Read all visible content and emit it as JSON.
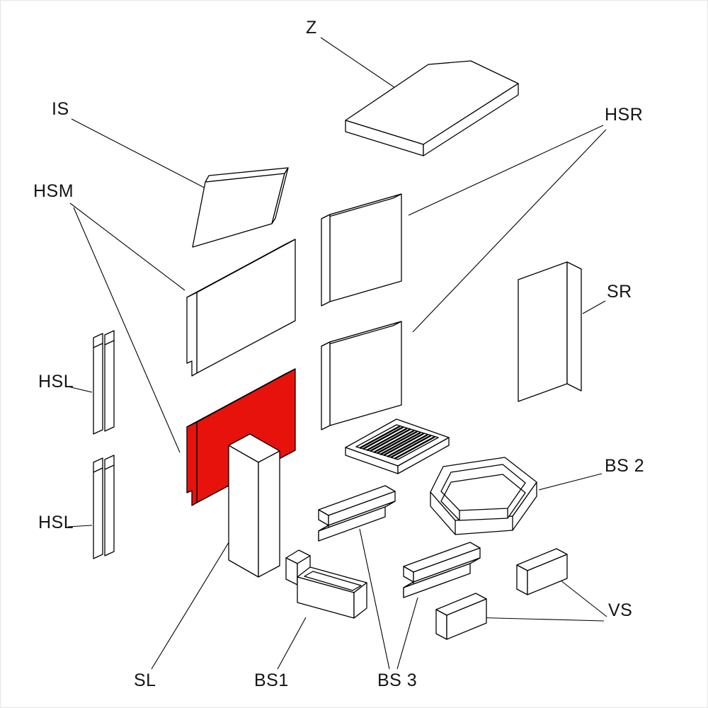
{
  "diagram": {
    "background": "#ffffff",
    "line_color": "#000000",
    "highlight_color": "#e8120c",
    "highlighted_part": "HSM",
    "labels": {
      "z": "Z",
      "is": "IS",
      "hsm": "HSM",
      "hsl_upper": "HSL",
      "hsl_lower": "HSL",
      "hsr": "HSR",
      "sr": "SR",
      "bs2": "BS 2",
      "vs": "VS",
      "sl": "SL",
      "bs1": "BS1",
      "bs3": "BS 3"
    }
  }
}
